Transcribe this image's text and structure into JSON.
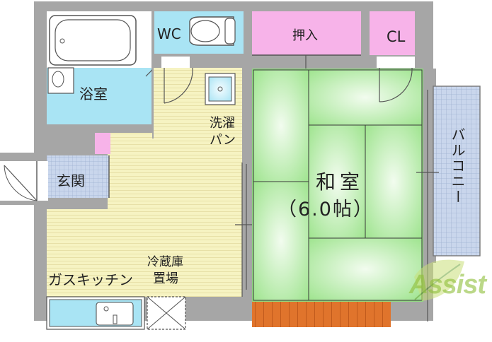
{
  "rooms": {
    "bath": "浴室",
    "wc": "WC",
    "closet": "押入",
    "cl": "CL",
    "washer": "洗濯",
    "washer_pan": "パン",
    "entrance": "玄関",
    "japanese_room": "和室",
    "japanese_room_size": "（6.0帖）",
    "balcony": "バルコニー",
    "fridge": "冷蔵庫",
    "fridge_place": "置場",
    "kitchen": "ガスキッチン"
  },
  "watermark": "Assist",
  "colors": {
    "wall": "#a6a6a6",
    "bath_floor": "#a9e4f4",
    "flooring": "#f6f3c2",
    "tatami": "#a8ea9a",
    "storage": "#f7b3e9",
    "entrance_tile": "#c9d6ec",
    "balcony": "#c9d6ec",
    "veranda_deck": "#e0742c"
  }
}
